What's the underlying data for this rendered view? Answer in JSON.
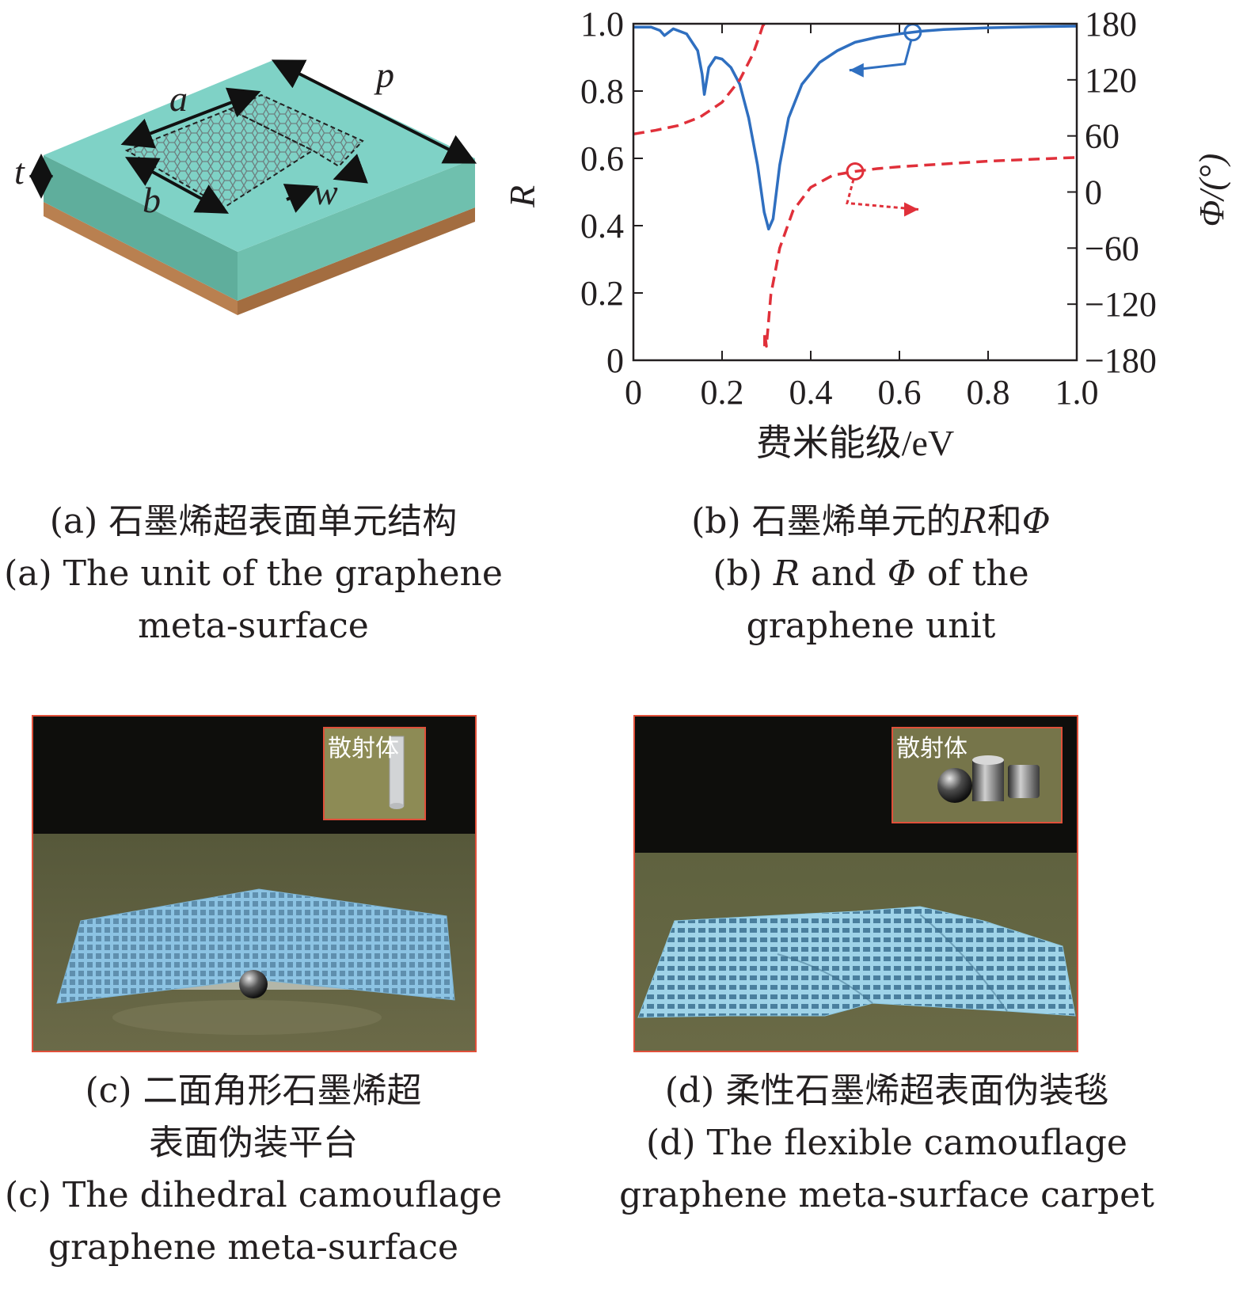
{
  "panel_a": {
    "labels": {
      "a": "a",
      "p": "p",
      "t": "t",
      "b": "b",
      "w": "w"
    },
    "caption": {
      "prefix": "(a)",
      "cn": "石墨烯超表面单元结构",
      "en_line1": "(a) The unit of the graphene",
      "en_line2": "meta-surface"
    },
    "colors": {
      "substrate_top": "#7fd2c6",
      "substrate_side": "#5fae9c",
      "base": "#b98050"
    }
  },
  "panel_b": {
    "caption": {
      "prefix": "(b)",
      "cn_pre": "石墨烯单元的",
      "var_R": "R",
      "cn_and": "和",
      "var_Phi": "Φ",
      "en_prefix": "(b)",
      "en_and": "and",
      "en_suffix": "of the",
      "en_line2": "graphene unit"
    }
  },
  "chart_data": {
    "type": "line",
    "title": "",
    "xlabel": "费米能级/eV",
    "ylabel_left": "R",
    "ylabel_right": "Φ/(°)",
    "xlim": [
      0,
      1.0
    ],
    "ylim_left": [
      0,
      1.0
    ],
    "ylim_right": [
      -180,
      180
    ],
    "x_ticks": [
      "0",
      "0.2",
      "0.4",
      "0.6",
      "0.8",
      "1.0"
    ],
    "y_ticks_left": [
      "0",
      "0.2",
      "0.4",
      "0.6",
      "0.8",
      "1.0"
    ],
    "y_ticks_right": [
      "−180",
      "−120",
      "−60",
      "0",
      "60",
      "120",
      "180"
    ],
    "grid": false,
    "series": [
      {
        "axis": "left",
        "color": "#2f6fc0",
        "style": "solid",
        "x": [
          0,
          0.04,
          0.06,
          0.07,
          0.09,
          0.12,
          0.145,
          0.155,
          0.16,
          0.17,
          0.185,
          0.2,
          0.22,
          0.24,
          0.26,
          0.28,
          0.295,
          0.305,
          0.315,
          0.33,
          0.35,
          0.38,
          0.42,
          0.46,
          0.5,
          0.55,
          0.6,
          0.65,
          0.7,
          0.8,
          0.9,
          1.0
        ],
        "values": [
          0.99,
          0.99,
          0.98,
          0.965,
          0.985,
          0.97,
          0.92,
          0.85,
          0.79,
          0.87,
          0.9,
          0.895,
          0.87,
          0.82,
          0.72,
          0.58,
          0.44,
          0.39,
          0.42,
          0.58,
          0.72,
          0.82,
          0.885,
          0.92,
          0.945,
          0.96,
          0.97,
          0.978,
          0.983,
          0.988,
          0.991,
          0.993
        ]
      },
      {
        "axis": "right",
        "color": "#e0303a",
        "style": "dashed",
        "x": [
          0,
          0.05,
          0.1,
          0.15,
          0.2,
          0.24,
          0.27,
          0.285,
          0.292,
          0.296,
          0.3,
          0.31,
          0.33,
          0.36,
          0.4,
          0.45,
          0.5,
          0.55,
          0.6,
          0.7,
          0.8,
          0.9,
          1.0
        ],
        "values": [
          62,
          66,
          71,
          80,
          96,
          120,
          148,
          168,
          178,
          -150,
          -165,
          -110,
          -60,
          -20,
          5,
          18,
          22,
          25,
          27,
          30,
          33,
          35,
          37
        ]
      }
    ],
    "markers": [
      {
        "series": 0,
        "x": 0.63,
        "direction": "left"
      },
      {
        "series": 1,
        "x": 0.5,
        "direction": "right"
      }
    ]
  },
  "panel_c": {
    "inset_label": "散射体",
    "caption": {
      "cn_line1": "(c) 二面角形石墨烯超",
      "cn_line2": "表面伪装平台",
      "en_line1": "(c) The dihedral camouflage",
      "en_line2": "graphene meta-surface"
    }
  },
  "panel_d": {
    "inset_label": "散射体",
    "caption": {
      "cn_line1": "(d) 柔性石墨烯超表面伪装毯",
      "en_line1": "(d) The flexible camouflage",
      "en_line2": "graphene meta-surface carpet"
    }
  },
  "colors": {
    "scene_border": "#e0503a",
    "ground": "#5b5a3a",
    "mesh": "#8cc3e3"
  }
}
